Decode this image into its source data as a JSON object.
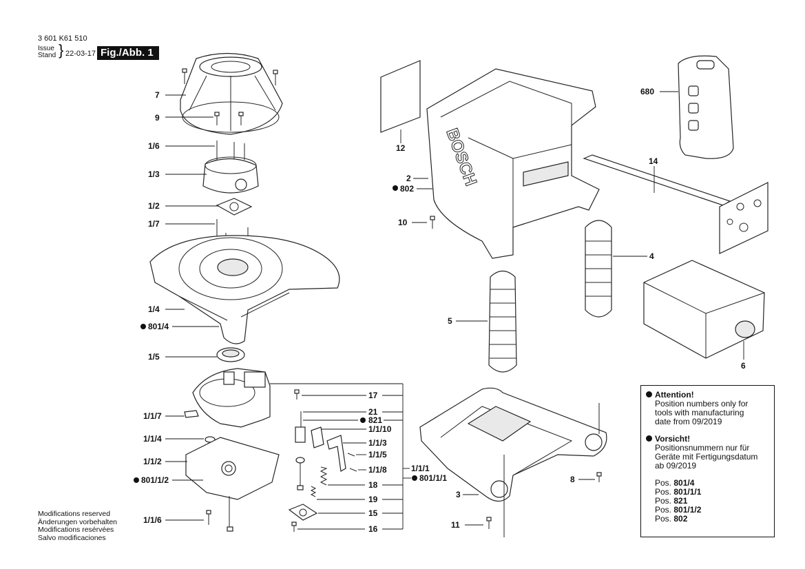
{
  "header": {
    "code": "3 601 K61 510",
    "issue_label": "Issue",
    "stand_label": "Stand",
    "date": "22-03-17",
    "fig_label": "Fig./Abb. 1"
  },
  "brand_on_housing": "BOSCH",
  "modifications": [
    "Modifications reserved",
    "Änderungen vorbehalten",
    "Modifications resérvées",
    "Salvo modificaciones"
  ],
  "notice": {
    "attention_title": "Attention!",
    "attention_text": [
      "Position  numbers only for",
      "tools with manufacturing",
      "date from 09/2019"
    ],
    "vorsicht_title": "Vorsicht!",
    "vorsicht_text": [
      "Positionsnummern nur für",
      "Geräte mit Fertigungsdatum",
      "ab 09/2019"
    ],
    "positions": [
      {
        "prefix": "Pos. ",
        "num": "801/4"
      },
      {
        "prefix": "Pos. ",
        "num": "801/1/1"
      },
      {
        "prefix": "Pos. ",
        "num": "821"
      },
      {
        "prefix": "Pos. ",
        "num": "801/1/2"
      },
      {
        "prefix": "Pos. ",
        "num": "802"
      }
    ]
  },
  "labels": {
    "p7": "7",
    "p9": "9",
    "p1_6": "1/6",
    "p1_3": "1/3",
    "p1_2": "1/2",
    "p1_7": "1/7",
    "p1_4": "1/4",
    "p801_4": "801/4",
    "p1_5": "1/5",
    "p1_1_7": "1/1/7",
    "p1_1_4": "1/1/4",
    "p1_1_2": "1/1/2",
    "p801_1_2": "801/1/2",
    "p1_1_6": "1/1/6",
    "p17": "17",
    "p21": "21",
    "p821": "821",
    "p1_1_10": "1/1/10",
    "p1_1_3": "1/1/3",
    "p1_1_5": "1/1/5",
    "p1_1_8": "1/1/8",
    "p18": "18",
    "p19": "19",
    "p15": "15",
    "p16": "16",
    "p1_1_1": "1/1/1",
    "p801_1_1": "801/1/1",
    "p12": "12",
    "p2": "2",
    "p802": "802",
    "p10": "10",
    "p5": "5",
    "p4": "4",
    "p14": "14",
    "p680": "680",
    "p6": "6",
    "p3": "3",
    "p8": "8",
    "p11": "11"
  },
  "colors": {
    "ink": "#111111",
    "paper": "#ffffff",
    "badge_bg": "#111111",
    "badge_fg": "#ffffff"
  }
}
